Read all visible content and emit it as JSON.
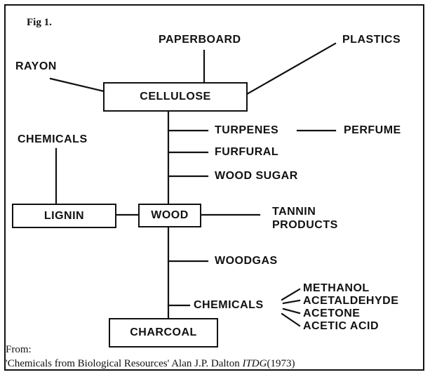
{
  "figure": {
    "label": "Fig 1.",
    "source_prefix": "From:",
    "source_title": "'Chemicals from Biological Resources'",
    "source_author": "Alan J.P. Dalton",
    "source_publisher": "ITDG",
    "source_year": "(1973)"
  },
  "nodes": {
    "cellulose": "CELLULOSE",
    "wood": "WOOD",
    "lignin": "LIGNIN",
    "charcoal": "CHARCOAL"
  },
  "products": {
    "rayon": "RAYON",
    "paperboard": "PAPERBOARD",
    "plastics": "PLASTICS",
    "chemicals_lignin": "CHEMICALS",
    "turpenes": "TURPENES",
    "perfume": "PERFUME",
    "furfural": "FURFURAL",
    "wood_sugar": "WOOD SUGAR",
    "tannin_line1": "TANNIN",
    "tannin_line2": "PRODUCTS",
    "woodgas": "WOODGAS",
    "chemicals_charcoal": "CHEMICALS",
    "methanol": "METHANOL",
    "acetaldehyde": "ACETALDEHYDE",
    "acetone": "ACETONE",
    "acetic_acid": "ACETIC ACID"
  }
}
